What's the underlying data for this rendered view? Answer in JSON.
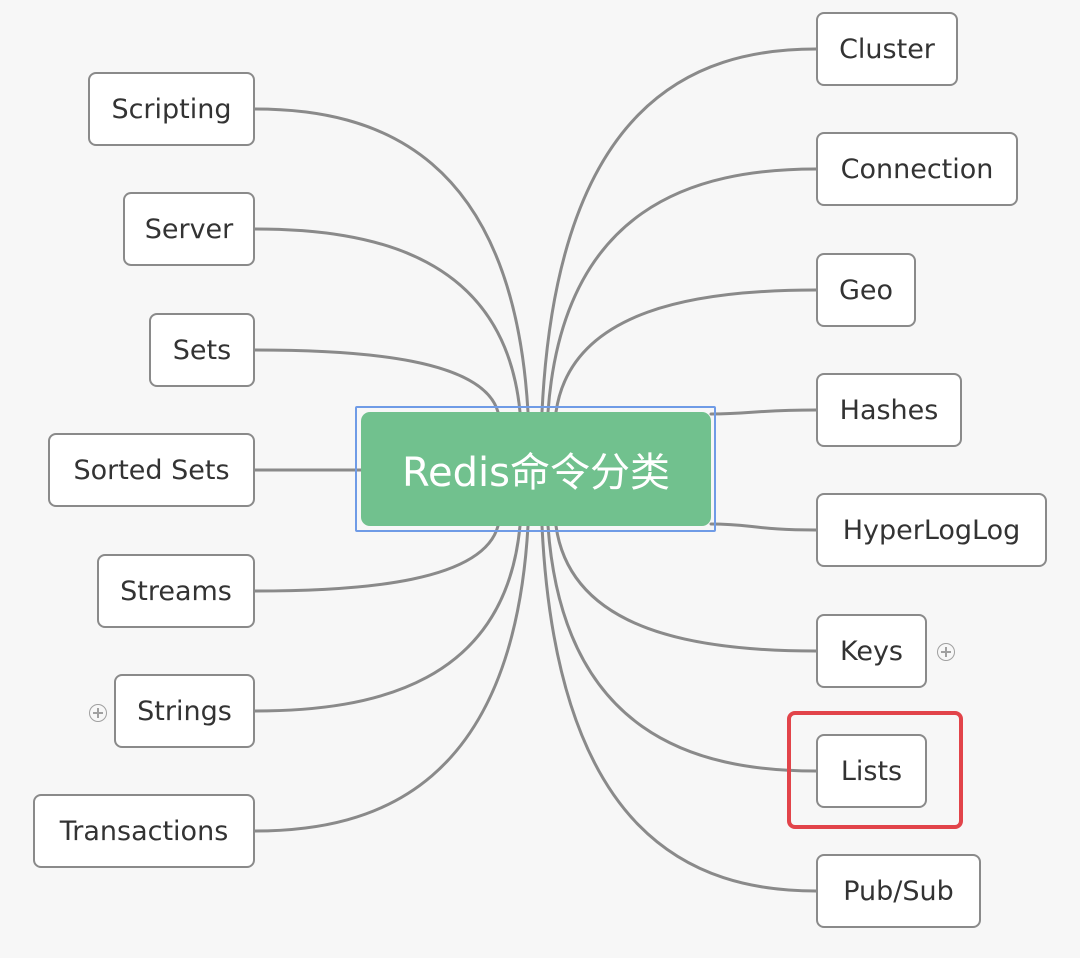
{
  "diagram": {
    "root": {
      "label": "Redis命令分类"
    },
    "left_branches": [
      {
        "id": "scripting",
        "label": "Scripting"
      },
      {
        "id": "server",
        "label": "Server"
      },
      {
        "id": "sets",
        "label": "Sets"
      },
      {
        "id": "sorted-sets",
        "label": "Sorted Sets"
      },
      {
        "id": "streams",
        "label": "Streams"
      },
      {
        "id": "strings",
        "label": "Strings",
        "collapsed": true
      },
      {
        "id": "transactions",
        "label": "Transactions"
      }
    ],
    "right_branches": [
      {
        "id": "cluster",
        "label": "Cluster"
      },
      {
        "id": "connection",
        "label": "Connection"
      },
      {
        "id": "geo",
        "label": "Geo"
      },
      {
        "id": "hashes",
        "label": "Hashes"
      },
      {
        "id": "hyperloglog",
        "label": "HyperLogLog"
      },
      {
        "id": "keys",
        "label": "Keys",
        "collapsed": true
      },
      {
        "id": "lists",
        "label": "Lists",
        "highlighted": true
      },
      {
        "id": "pubsub",
        "label": "Pub/Sub"
      }
    ],
    "colors": {
      "root_fill": "#71c18e",
      "selection_outline": "#6f9be6",
      "connector": "#8a8a8a",
      "highlight": "#e2444a"
    },
    "icons": {
      "expand": "expand-plus-icon"
    }
  }
}
